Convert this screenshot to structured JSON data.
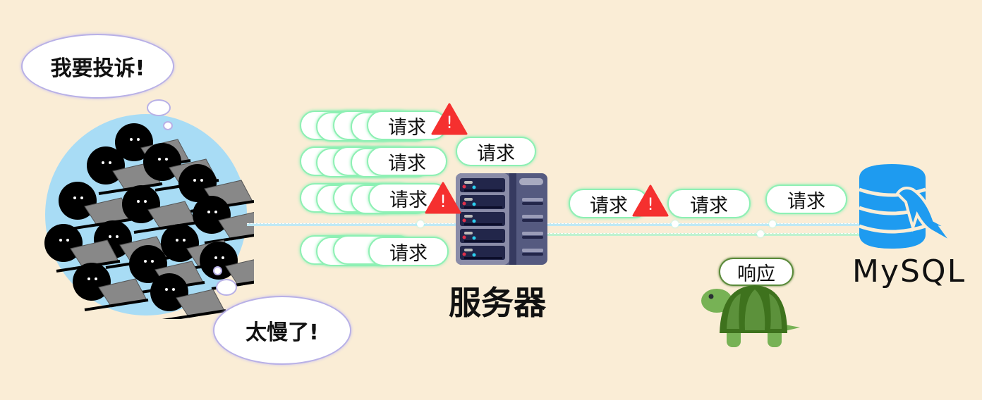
{
  "bubbles": {
    "complaint": "我要投诉!",
    "slow": "太慢了!"
  },
  "request_label": "请求",
  "response_label": "响应",
  "server_label": "服务器",
  "db_label": "MySQL",
  "colors": {
    "background": "#faedd6",
    "pill_border": "#8ef0b4",
    "warning": "#f5302f",
    "db": "#1e9bf0",
    "crowd_bg": "#a8dcf5"
  }
}
